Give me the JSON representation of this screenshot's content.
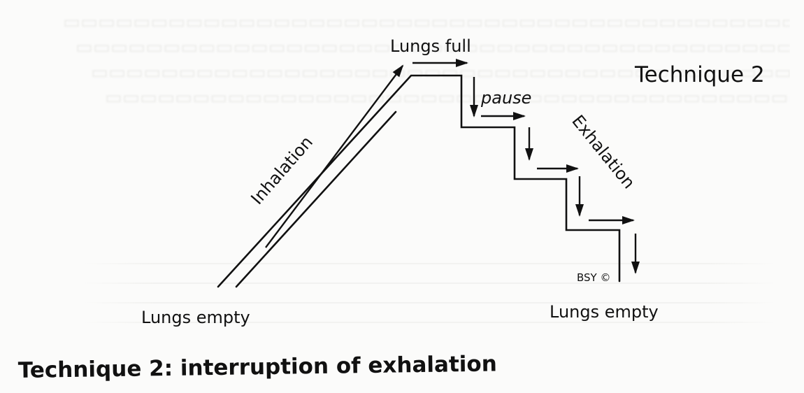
{
  "diagram": {
    "corner_title": "Technique 2",
    "lungs_full": "Lungs full",
    "pause": "pause",
    "inhalation": "Inhalation",
    "exhalation": "Exhalation",
    "lungs_empty_left": "Lungs empty",
    "lungs_empty_right": "Lungs empty",
    "copyright": "BSY ©",
    "caption": "Technique 2: interruption of exhalation"
  }
}
